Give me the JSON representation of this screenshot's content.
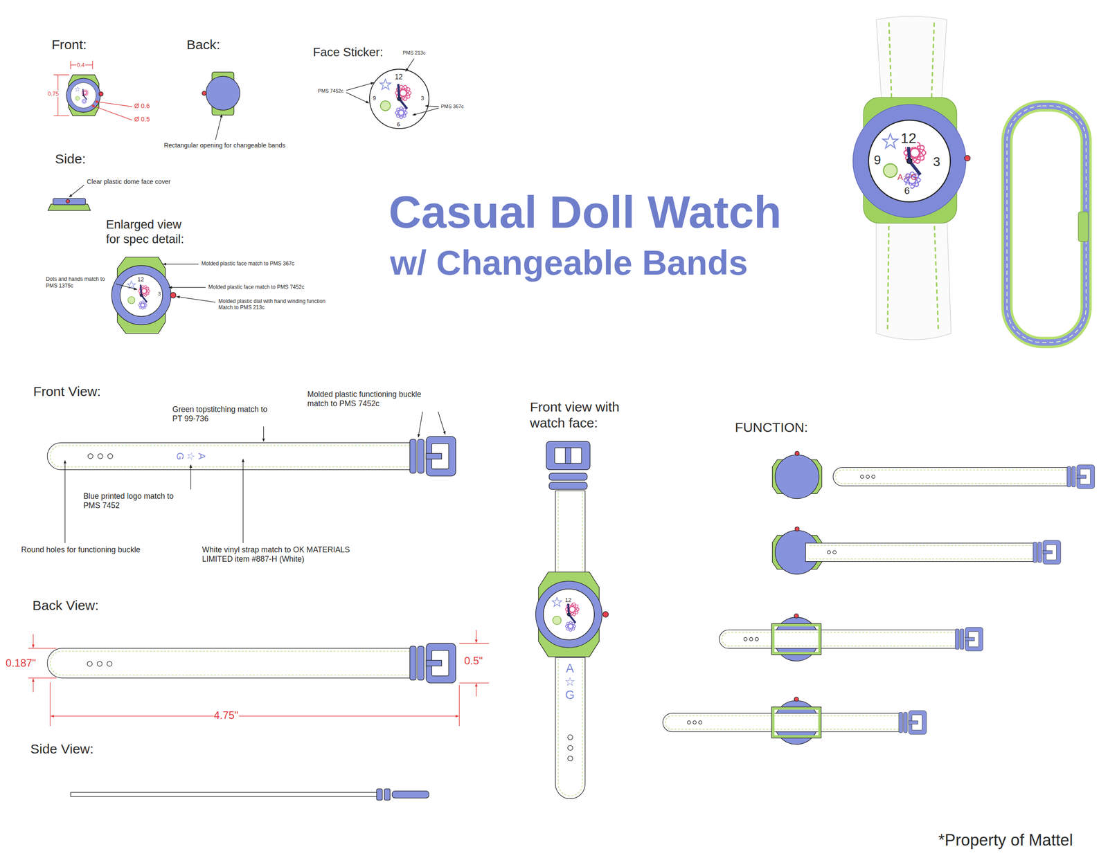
{
  "diagram": {
    "title": "Casual Doll Watch",
    "caption": "*Property of Mattel",
    "labels": [
      "Front:",
      "0.4",
      "0.75",
      "Ø 0.6",
      "Ø 0.5",
      "Back:",
      "Rectangular opening for changeable bands",
      "Face Sticker:",
      "PMS 213c",
      "PMS 7452c",
      "PMS 367c",
      "12",
      "3",
      "6",
      "9",
      "Side:",
      "Clear plastic dome face cover",
      "Enlarged view for spec detail:",
      "Molded plastic face match to PMS 367c",
      "Dots and hands match to PMS 1375c",
      "Molded plastic face match to PMS 7452c",
      "Molded plastic dial with hand winding function Match to PMS 213c",
      "12",
      "3",
      "w/ Changeable Bands",
      "12",
      "9",
      "3",
      "6",
      "A☆G",
      "Front View:",
      "Green topstitching match to PT 99-736",
      "Molded plastic functioning buckle match to PMS 7452c",
      "Blue printed logo match to PMS 7452",
      "Round holes for functioning buckle",
      "White vinyl strap match to OK MATERIALS LIMITED item #887-H (White)",
      "A☆G",
      "Back View:",
      "0.187\"",
      "0.5\"",
      "4.75\"",
      "Side View:",
      "Front view with watch face:",
      "12",
      "A☆G",
      "FUNCTION:"
    ]
  }
}
